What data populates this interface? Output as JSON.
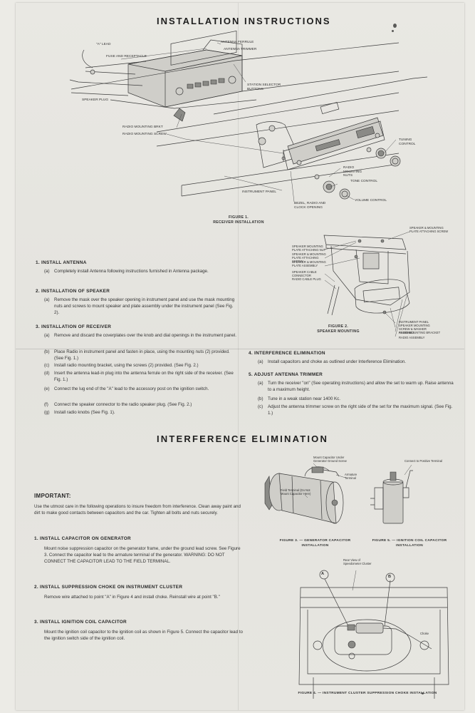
{
  "header": {
    "title": "INSTALLATION INSTRUCTIONS"
  },
  "figure1": {
    "caption_line1": "FIGURE 1.",
    "caption_line2": "RECEIVER INSTALLATION",
    "callouts": {
      "a_lead": "\"A\" LEAD",
      "fuse": "FUSE AND RECEPTACLE",
      "speaker_plug": "SPEAKER PLUG",
      "antenna_ferrule": "ANTENNA FERRULE",
      "antenna_trimmer": "ANTENNA TRIMMER",
      "station_selector": "STATION SELECTOR BUTTONS",
      "bracket": "RADIO MOUNTING BRKT",
      "screw": "RADIO MOUNTING SCREW",
      "tuning_control": "TUNING CONTROL",
      "mounting_nuts": "RADIO MOUNTING NUTS",
      "tone_control": "TONE CONTROL",
      "volume_control": "VOLUME CONTROL",
      "instrument_panel": "INSTRUMENT PANEL",
      "bezel": "BEZEL, RADIO AND CLOCK OPENING"
    }
  },
  "figure2": {
    "caption_line1": "FIGURE 2.",
    "caption_line2": "SPEAKER MOUNTING",
    "callouts_left": [
      "SPEAKER MOUNTING PLATE ATTACHING NUT",
      "SPEAKER & MOUNTING PLATE ATTACHING SCREW",
      "SPEAKER & MOUNTING PLATE ASSEMBLY",
      "SPEAKER CABLE CONNECTOR",
      "RADIO CABLE PLUG"
    ],
    "callouts_right_top": "SPEAKER & MOUNTING PLATE ATTACHING SCREW",
    "callouts_right": [
      "INSTRUMENT PANEL",
      "SPEAKER MOUNTING SCREW & WASHER ASSEMBLY",
      "RADIO MOUNTING BRACKET",
      "RADIO ASSEMBLY"
    ]
  },
  "install_steps": [
    {
      "title": "1.  INSTALL ANTENNA",
      "items": [
        {
          "label": "(a)",
          "text": "Completely install Antenna following instructions furnished in Antenna package."
        }
      ]
    },
    {
      "title": "2.  INSTALLATION OF SPEAKER",
      "items": [
        {
          "label": "(a)",
          "text": "Remove the mask over the speaker opening in instrument panel and use the mask mounting nuts and screws to mount speaker and plate assembly under the instrument panel (See Fig. 2)."
        }
      ]
    },
    {
      "title": "3.  INSTALLATION OF RECEIVER",
      "items": [
        {
          "label": "(a)",
          "text": "Remove and discard the coverplates over the knob and dial openings in the instrument panel."
        },
        {
          "label": "(b)",
          "text": "Place Radio in instrument panel and fasten in place, using the mounting nuts (2) provided. (See Fig. 1.)"
        },
        {
          "label": "(c)",
          "text": "Install radio mounting bracket, using the screws (2) provided. (See Fig. 2.)"
        },
        {
          "label": "(d)",
          "text": "Insert the antenna lead-in plug into the antenna ferrule on the right side of the receiver. (See Fig. 1.)"
        },
        {
          "label": "(e)",
          "text": "Connect the lug end of the \"A\" lead to the accessory post on the ignition switch."
        },
        {
          "label": "(f)",
          "text": "Connect the speaker connector to the radio speaker plug. (See Fig. 2.)"
        },
        {
          "label": "(g)",
          "text": "Install radio knobs (See Fig. 1)."
        }
      ]
    },
    {
      "title": "4.  INTERFERENCE ELIMINATION",
      "items": [
        {
          "label": "(a)",
          "text": "Install capacitors and choke as outlined under Interference Elimination."
        }
      ]
    },
    {
      "title": "5.  ADJUST ANTENNA TRIMMER",
      "items": [
        {
          "label": "(a)",
          "text": "Turn the receiver \"on\" (See operating instructions) and allow the set to warm up. Raise antenna to a maximum height."
        },
        {
          "label": "(b)",
          "text": "Tune in a weak station near 1400 Kc."
        },
        {
          "label": "(c)",
          "text": "Adjust the antenna trimmer screw on the right side of the set for the maximum signal. (See Fig. 1.)"
        }
      ]
    }
  ],
  "interference": {
    "title": "INTERFERENCE ELIMINATION",
    "important_heading": "IMPORTANT:",
    "important_text": "Use the utmost care in the following operations to insure freedom from interference. Clean away paint and dirt to make good contacts between capacitors and the car. Tighten all bolts and nuts securely.",
    "steps": [
      {
        "title": "1.  INSTALL CAPACITOR ON GENERATOR",
        "text": "Mount noise suppression capacitor on the generator frame, under the ground lead screw. See Figure 3. Connect the capacitor lead to the armature terminal of the generator. WARNING: DO NOT CONNECT THE CAPACITOR LEAD TO THE FIELD TERMINAL."
      },
      {
        "title": "2.  INSTALL SUPPRESSION CHOKE ON INSTRUMENT CLUSTER",
        "text": "Remove wire attached to point \"A\" in Figure 4 and install choke. Reinstall wire at point \"B.\""
      },
      {
        "title": "3.  INSTALL IGNITION COIL CAPACITOR",
        "text": "Mount the ignition coil capacitor to the ignition coil as shown in Figure 5. Connect the capacitor lead to the ignition switch side of the ignition coil."
      }
    ]
  },
  "figure3": {
    "caption_line1": "FIGURE 3. — GENERATOR CAPACITOR",
    "caption_line2": "INSTALLATION",
    "callouts": {
      "mount": "Mount Capacitor Under Generator Ground Screw",
      "armature": "Armature Terminal",
      "field": "Field Terminal (Do Not Mount Capacitor Here)"
    }
  },
  "figure5": {
    "caption_line1": "FIGURE 5. — IGNITION COIL CAPACITOR",
    "caption_line2": "INSTALLATION",
    "callouts": {
      "positive": "Connect to Positive Terminal"
    }
  },
  "figure4": {
    "caption": "FIGURE 4. — INSTRUMENT CLUSTER SUPPRESSION CHOKE INSTALLATION",
    "callouts": {
      "rear_view": "Rear View of Speedometer Cluster",
      "a": "A",
      "b": "B",
      "choke": "Choke"
    }
  }
}
